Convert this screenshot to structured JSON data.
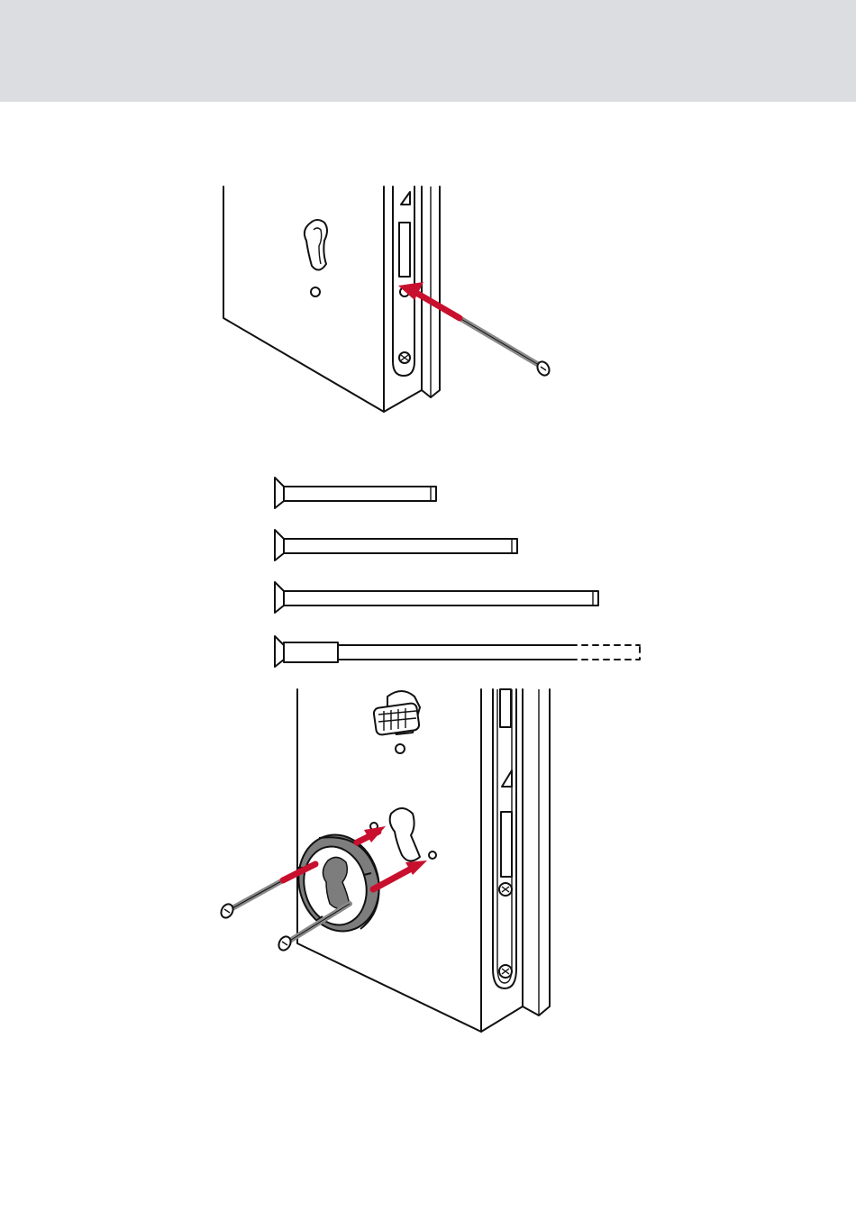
{
  "colors": {
    "header_band": "#dcdde1",
    "arrow_red": "#c8102e",
    "screw_grey": "#8a8a8a",
    "rosette_grey": "#7d7d7d",
    "outline": "#111111"
  },
  "figures": [
    {
      "id": "fig-top",
      "content": "door-edge-with-lock-faceplate-and-screw-insertion"
    },
    {
      "id": "fig-screws",
      "content": "screw-lengths-comparison",
      "screw_count": 4
    },
    {
      "id": "fig-bottom",
      "content": "door-with-cylinder-rosette-and-two-screws"
    }
  ]
}
